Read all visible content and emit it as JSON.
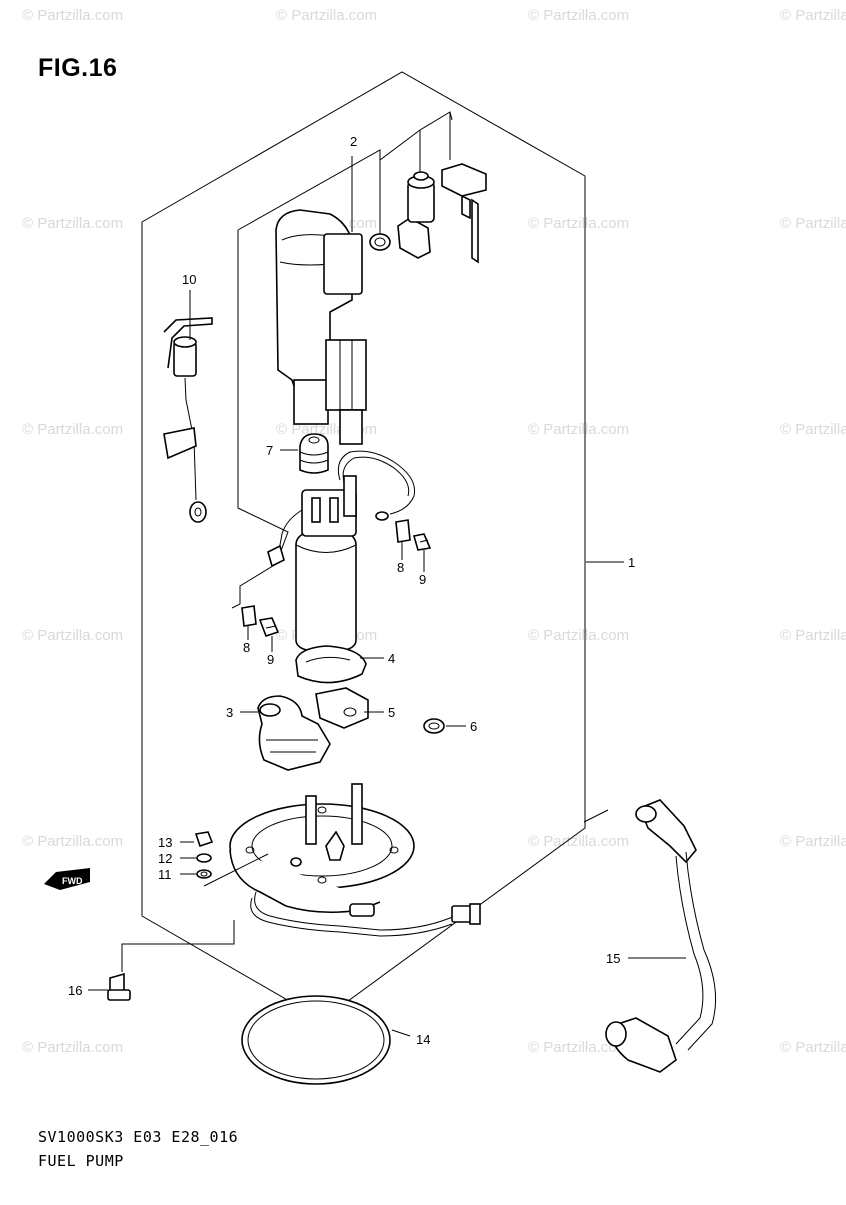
{
  "figure": {
    "title": "FIG.16",
    "model_code": "SV1000SK3 E03 E28_016",
    "name": "FUEL PUMP"
  },
  "watermark": "© Partzilla.com",
  "fwd_label": "FWD",
  "callouts": [
    "1",
    "2",
    "3",
    "4",
    "5",
    "6",
    "7",
    "8",
    "8",
    "9",
    "9",
    "10",
    "11",
    "12",
    "13",
    "14",
    "15",
    "16"
  ]
}
